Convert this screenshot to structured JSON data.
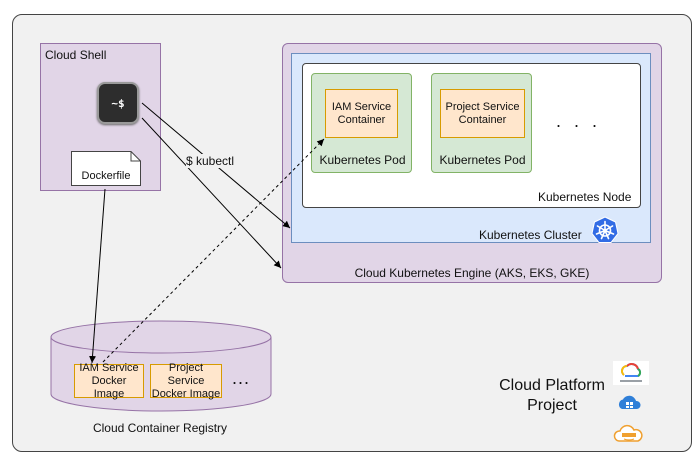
{
  "diagram": {
    "cloud_shell": {
      "title": "Cloud Shell",
      "terminal_prompt": "~$",
      "dockerfile": "Dockerfile"
    },
    "kubectl_label": "$ kubectl",
    "engine": {
      "label": "Cloud Kubernetes Engine (AKS, EKS, GKE)"
    },
    "cluster": {
      "label": "Kubernetes Cluster"
    },
    "node": {
      "label": "Kubernetes Node"
    },
    "pods": [
      {
        "service": "IAM Service Container",
        "label": "Kubernetes Pod"
      },
      {
        "service": "Project Service Container",
        "label": "Kubernetes Pod"
      }
    ],
    "pods_more": ". . .",
    "registry": {
      "label": "Cloud Container Registry",
      "images": [
        "IAM Service Docker Image",
        "Project Service Docker Image"
      ],
      "more": "..."
    },
    "platform": {
      "title": "Cloud Platform Project"
    },
    "provider_icons": [
      "google-cloud-icon",
      "azure-icon",
      "aws-icon"
    ]
  }
}
